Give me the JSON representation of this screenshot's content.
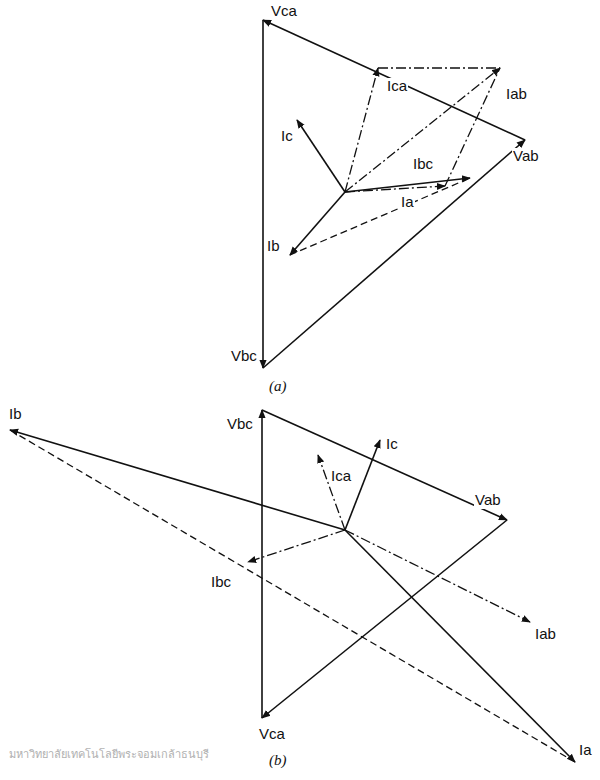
{
  "diagram": {
    "labels": [
      "Vca",
      "Ica",
      "Ic",
      "Iab",
      "Ibc",
      "Ia",
      "Vab",
      "Ib",
      "Vbc",
      "(a)",
      "Vbc",
      "Ib",
      "Ic",
      "Ica",
      "Vab",
      "Ibc",
      "Iab",
      "Vca",
      "(b)",
      "Ia",
      "มหาวิทยาลัยเทคโนโลยีพระจอมเกล้าธนบุรี"
    ]
  }
}
